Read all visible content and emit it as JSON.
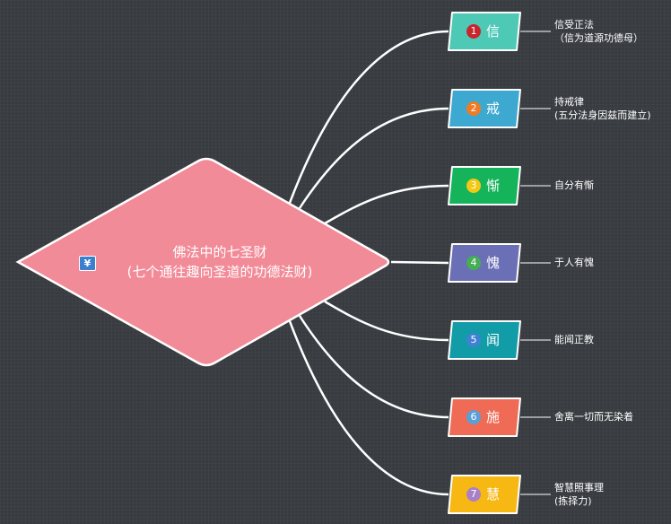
{
  "root": {
    "icon": "yen-icon",
    "icon_glyph": "¥",
    "title": "佛法中的七圣财",
    "subtitle": "(七个通往趣向圣道的功德法财)",
    "color": "#f28b98"
  },
  "branches": [
    {
      "num": "1",
      "label": "信",
      "color": "#4ec9b6",
      "num_color": "#c8252c",
      "desc1": "信受正法",
      "desc2": "（信为道源功德母）"
    },
    {
      "num": "2",
      "label": "戒",
      "color": "#3da9d0",
      "num_color": "#f07b22",
      "desc1": "持戒律",
      "desc2": "(五分法身因兹而建立)"
    },
    {
      "num": "3",
      "label": "惭",
      "color": "#15b35a",
      "num_color": "#f4c712",
      "desc1": "自分有惭",
      "desc2": ""
    },
    {
      "num": "4",
      "label": "愧",
      "color": "#6b6fb5",
      "num_color": "#45ad55",
      "desc1": "于人有愧",
      "desc2": ""
    },
    {
      "num": "5",
      "label": "闻",
      "color": "#129ca7",
      "num_color": "#3f82d2",
      "desc1": "能闻正教",
      "desc2": ""
    },
    {
      "num": "6",
      "label": "施",
      "color": "#ef6b55",
      "num_color": "#5aa0d8",
      "desc1": "舍离一切而无染着",
      "desc2": ""
    },
    {
      "num": "7",
      "label": "慧",
      "color": "#f7b814",
      "num_color": "#a980c8",
      "desc1": "智慧照事理",
      "desc2": "(拣择力)"
    }
  ]
}
